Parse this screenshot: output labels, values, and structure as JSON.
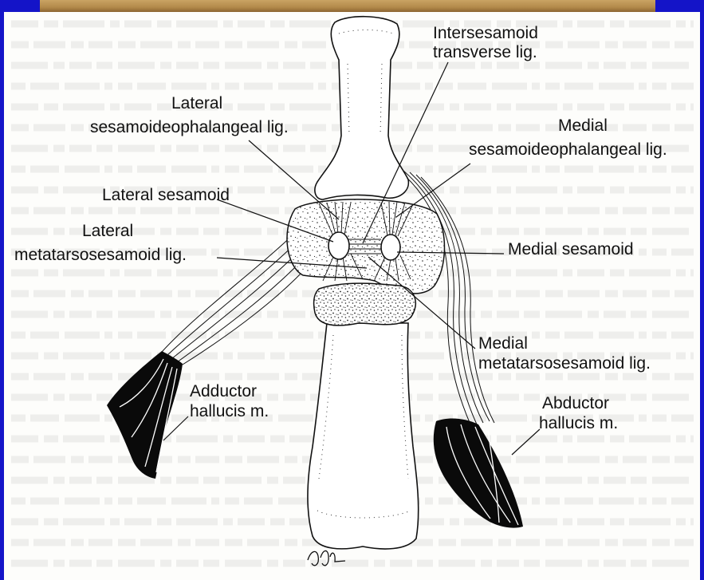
{
  "colors": {
    "frame": "#1414c8",
    "header_bar": "#b38a4b",
    "ink": "#111111",
    "page": "#fdfdfb"
  },
  "labels": {
    "intersesamoid_transverse_lig": {
      "line1": "Intersesamoid",
      "line2": "transverse lig."
    },
    "lateral_sesamoideophalangeal_lig": {
      "line1": "Lateral",
      "line2": "sesamoideophalangeal lig."
    },
    "medial_sesamoideophalangeal_lig": {
      "line1": "Medial",
      "line2": "sesamoideophalangeal lig."
    },
    "lateral_sesamoid": {
      "line1": "Lateral sesamoid"
    },
    "lateral_metatarsosesamoid_lig": {
      "line1": "Lateral",
      "line2": "metatarsosesamoid lig."
    },
    "medial_sesamoid": {
      "line1": "Medial sesamoid"
    },
    "medial_metatarsosesamoid_lig": {
      "line1": "Medial",
      "line2": "metatarsosesamoid lig."
    },
    "adductor_hallucis": {
      "line1": "Adductor",
      "line2": "hallucis m."
    },
    "abductor_hallucis": {
      "line1": "Abductor",
      "line2": "hallucis m."
    }
  }
}
